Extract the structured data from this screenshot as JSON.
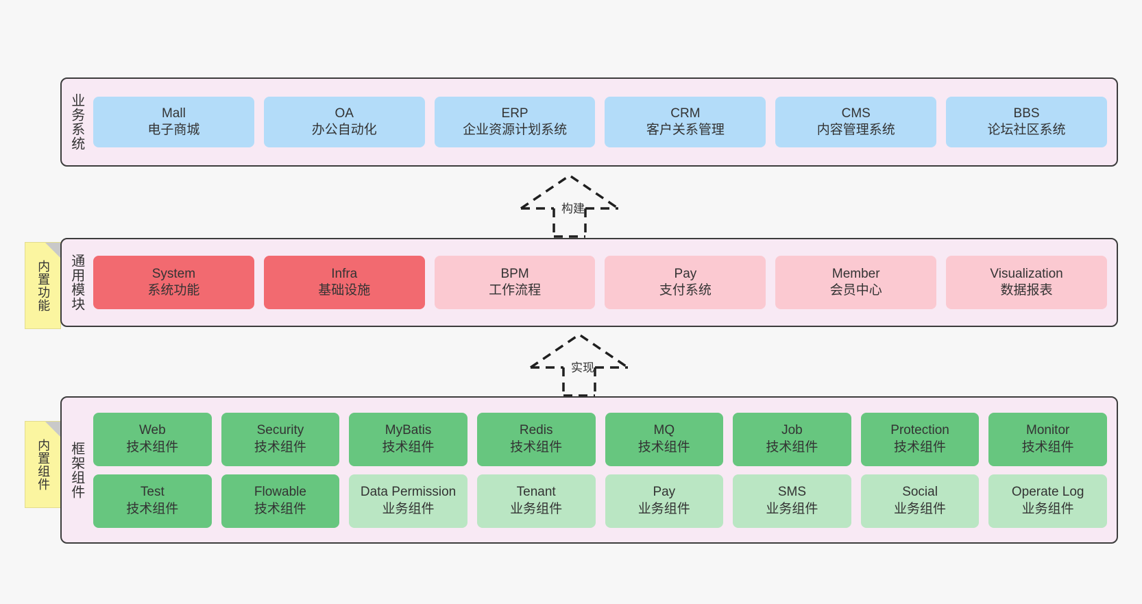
{
  "diagram": {
    "background_color": "#f7f7f7",
    "container_fill": "#f8e9f4",
    "container_border": "#3c3c3c",
    "note_fill": "#fbf5a0"
  },
  "layers": {
    "business": {
      "label": "业务系统",
      "accent": "#b3dcf9",
      "items": [
        {
          "name": "Mall",
          "desc": "电子商城"
        },
        {
          "name": "OA",
          "desc": "办公自动化"
        },
        {
          "name": "ERP",
          "desc": "企业资源计划系统"
        },
        {
          "name": "CRM",
          "desc": "客户关系管理"
        },
        {
          "name": "CMS",
          "desc": "内容管理系统"
        },
        {
          "name": "BBS",
          "desc": "论坛社区系统"
        }
      ]
    },
    "common": {
      "label": "通用模块",
      "note": "内置功能",
      "accent_primary": "#f26a70",
      "accent_secondary": "#fbc9d1",
      "items": [
        {
          "name": "System",
          "desc": "系统功能"
        },
        {
          "name": "Infra",
          "desc": "基础设施"
        },
        {
          "name": "BPM",
          "desc": "工作流程"
        },
        {
          "name": "Pay",
          "desc": "支付系统"
        },
        {
          "name": "Member",
          "desc": "会员中心"
        },
        {
          "name": "Visualization",
          "desc": "数据报表"
        }
      ]
    },
    "framework": {
      "label": "框架组件",
      "note": "内置组件",
      "accent_primary": "#67c67f",
      "accent_secondary": "#bae6c3",
      "row_tech": [
        {
          "name": "Web",
          "desc": "技术组件"
        },
        {
          "name": "Security",
          "desc": "技术组件"
        },
        {
          "name": "MyBatis",
          "desc": "技术组件"
        },
        {
          "name": "Redis",
          "desc": "技术组件"
        },
        {
          "name": "MQ",
          "desc": "技术组件"
        },
        {
          "name": "Job",
          "desc": "技术组件"
        },
        {
          "name": "Protection",
          "desc": "技术组件"
        },
        {
          "name": "Monitor",
          "desc": "技术组件"
        }
      ],
      "row_business": [
        {
          "name": "Test",
          "desc": "技术组件",
          "tone": "primary"
        },
        {
          "name": "Flowable",
          "desc": "技术组件",
          "tone": "primary"
        },
        {
          "name": "Data Permission",
          "desc": "业务组件",
          "tone": "secondary"
        },
        {
          "name": "Tenant",
          "desc": "业务组件",
          "tone": "secondary"
        },
        {
          "name": "Pay",
          "desc": "业务组件",
          "tone": "secondary"
        },
        {
          "name": "SMS",
          "desc": "业务组件",
          "tone": "secondary"
        },
        {
          "name": "Social",
          "desc": "业务组件",
          "tone": "secondary"
        },
        {
          "name": "Operate Log",
          "desc": "业务组件",
          "tone": "secondary"
        }
      ]
    }
  },
  "connectors": [
    {
      "id": "build",
      "label": "构建",
      "style": "dashed-generalization",
      "direction": "up"
    },
    {
      "id": "impl",
      "label": "实现",
      "style": "dashed-generalization",
      "direction": "up"
    }
  ]
}
